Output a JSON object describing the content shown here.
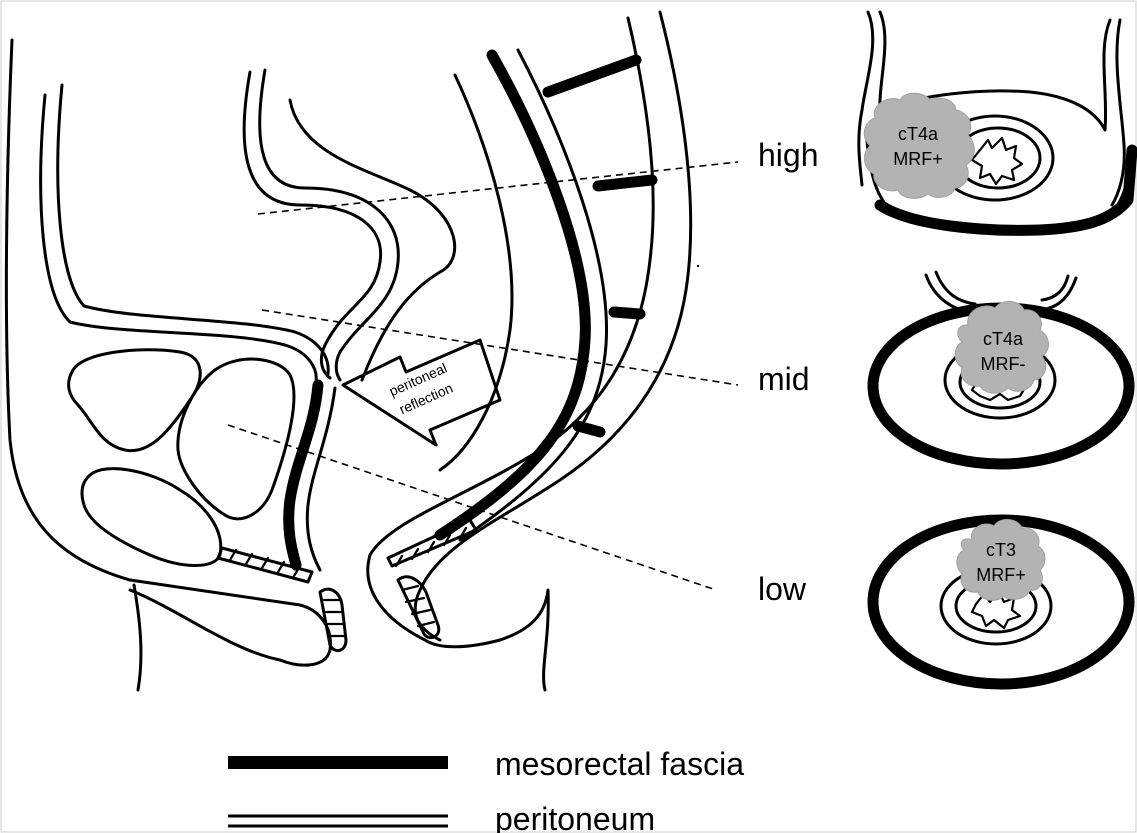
{
  "level_labels": {
    "high": "high",
    "mid": "mid",
    "low": "low"
  },
  "arrow_label": {
    "line1": "peritoneal",
    "line2": "reflection"
  },
  "sections": {
    "high": {
      "stage": "cT4a",
      "mrf": "MRF+"
    },
    "mid": {
      "stage": "cT4a",
      "mrf": "MRF-"
    },
    "low": {
      "stage": "cT3",
      "mrf": "MRF+"
    }
  },
  "legend": {
    "fascia_label": "mesorectal fascia",
    "peritoneum_label": "peritoneum"
  },
  "colors": {
    "tumor": "#b3b3b3",
    "ink": "#000000",
    "background": "#ffffff"
  }
}
